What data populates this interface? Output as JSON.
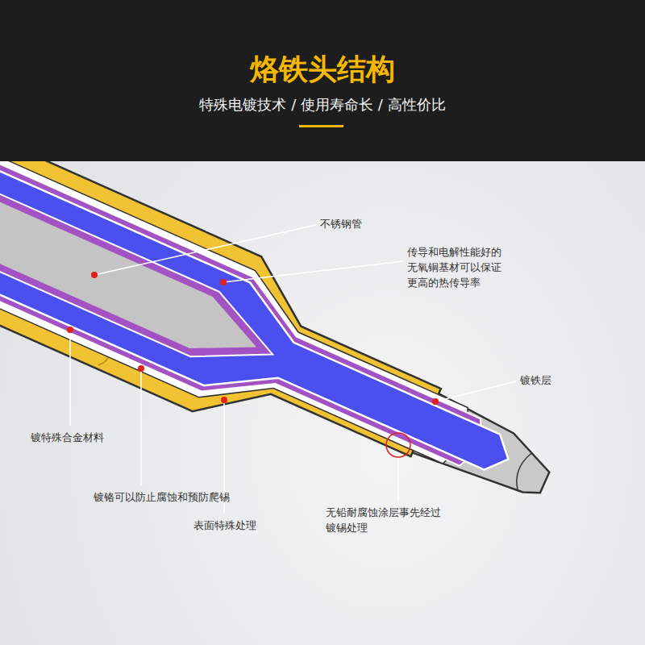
{
  "diagram": {
    "title": "烙铁头结构",
    "labels": [
      "特殊电镀技术 / 使用寿命长 / 高性价比",
      "不锈钢管",
      "传导和电解性能好的 无氧铜基材可以保证 更高的热传导率",
      "镀铁层",
      "镀特殊合金材料",
      "镀铬可以防止腐蚀和预防爬锡",
      "表面特殊处理",
      "无铅耐腐蚀涂层事先经过 镀锡处理"
    ]
  }
}
